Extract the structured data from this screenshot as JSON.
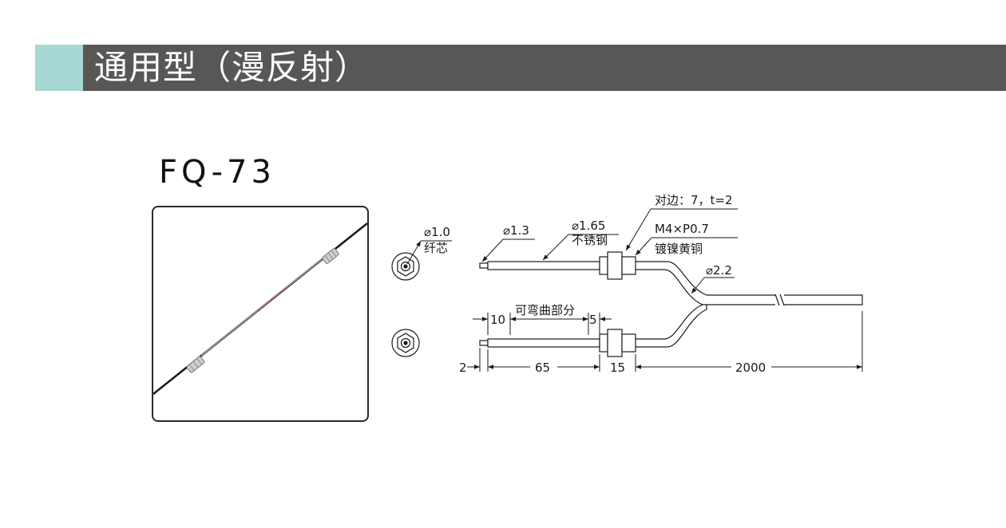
{
  "header": {
    "title": "通用型（漫反射）",
    "accent_color": "#a6d9d4",
    "bar_color": "#595756"
  },
  "product": {
    "model": "FQ-73"
  },
  "drawing": {
    "labels": {
      "core_diameter": "⌀1.0",
      "core_name": "纤芯",
      "tip_diameter": "⌀1.3",
      "sleeve_diameter": "⌀1.65",
      "sleeve_material": "不锈钢",
      "nut_flats": "对边：7，t=2",
      "thread": "M4×P0.7",
      "thread_material": "镀镍黄铜",
      "cable_diameter": "⌀2.2",
      "bendable_section": "可弯曲部分"
    },
    "dimensions": {
      "tip_length": "2",
      "rigid_10": "10",
      "rigid_5": "5",
      "sleeve_length": "65",
      "nut_length": "15",
      "cable_length": "2000"
    }
  }
}
